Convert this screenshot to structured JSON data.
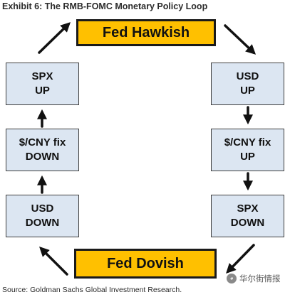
{
  "title": "Exhibit 6: The RMB-FOMC Monetary Policy Loop",
  "nodes": {
    "fed_hawkish": "Fed Hawkish",
    "fed_dovish": "Fed Dovish",
    "left_top": [
      "SPX",
      "UP"
    ],
    "left_mid": [
      "$/CNY fix",
      "DOWN"
    ],
    "left_bottom": [
      "USD",
      "DOWN"
    ],
    "right_top": [
      "USD",
      "UP"
    ],
    "right_mid": [
      "$/CNY fix",
      "UP"
    ],
    "right_bottom": [
      "SPX",
      "DOWN"
    ]
  },
  "colors": {
    "box_fill": "#dce6f2",
    "fed_fill": "#ffc000",
    "arrow": "#111111"
  },
  "source": "Source: Goldman Sachs Global Investment Research.",
  "watermark": "华尔街情报",
  "watermark_icon": "wechat-icon"
}
